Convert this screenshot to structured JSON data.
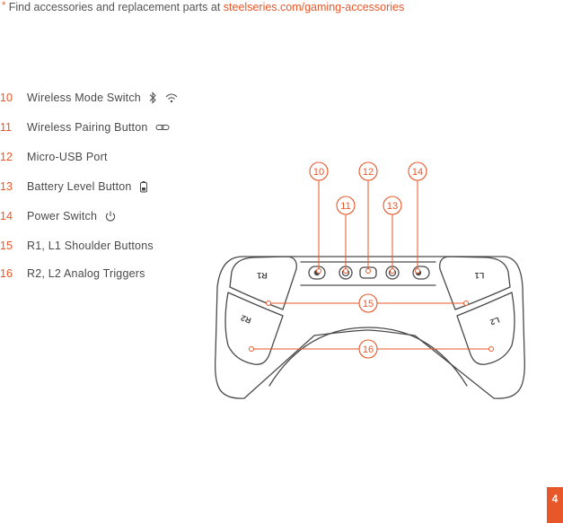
{
  "footnote": {
    "asterisk": "*",
    "text": "Find accessories and replacement parts at",
    "link": "steelseries.com/gaming-accessories"
  },
  "legend": [
    {
      "num": "10",
      "label": "Wireless Mode Switch",
      "icon": "bluetooth-and-wifi-icon"
    },
    {
      "num": "11",
      "label": "Wireless Pairing Button",
      "icon": "pairing-link-icon"
    },
    {
      "num": "12",
      "label": "Micro-USB Port",
      "icon": ""
    },
    {
      "num": "13",
      "label": "Battery Level Button",
      "icon": "battery-icon"
    },
    {
      "num": "14",
      "label": "Power Switch",
      "icon": "power-icon"
    },
    {
      "num": "15",
      "label": "R1, L1 Shoulder Buttons",
      "icon": ""
    },
    {
      "num": "16",
      "label": "R2, L2 Analog Triggers",
      "icon": ""
    }
  ],
  "callouts": [
    "10",
    "11",
    "12",
    "13",
    "14",
    "15",
    "16"
  ],
  "controller_labels": {
    "r1": "R1",
    "l1": "L1",
    "r2": "R2",
    "l2": "L2"
  },
  "page_number": "4",
  "colors": {
    "accent": "#e8572a",
    "line": "#4a4a4a"
  }
}
